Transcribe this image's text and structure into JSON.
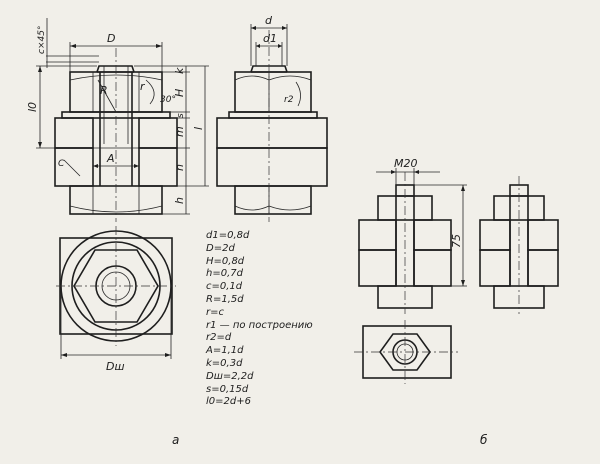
{
  "labels": {
    "D": "D",
    "d": "d",
    "d1": "d1",
    "chamfer": "c×45°",
    "l0": "l0",
    "l": "l",
    "R": "R",
    "r": "r",
    "r2": "r2",
    "angle30": "30°",
    "k": "k",
    "H": "H",
    "s": "s",
    "m": "m",
    "n": "n",
    "h": "h",
    "A": "A",
    "C": "C",
    "Dw": "Dш",
    "M20": "M20",
    "dim75": "75"
  },
  "formulas": [
    "d1=0,8d",
    "D=2d",
    "H=0,8d",
    "h=0,7d",
    "c=0,1d",
    "R=1,5d",
    "r=c",
    "r1 — по построению",
    "r2=d",
    "A=1,1d",
    "k=0,3d",
    "Dш=2,2d",
    "s=0,15d",
    "l0=2d+6"
  ],
  "captions": {
    "a": "а",
    "b": "б"
  }
}
